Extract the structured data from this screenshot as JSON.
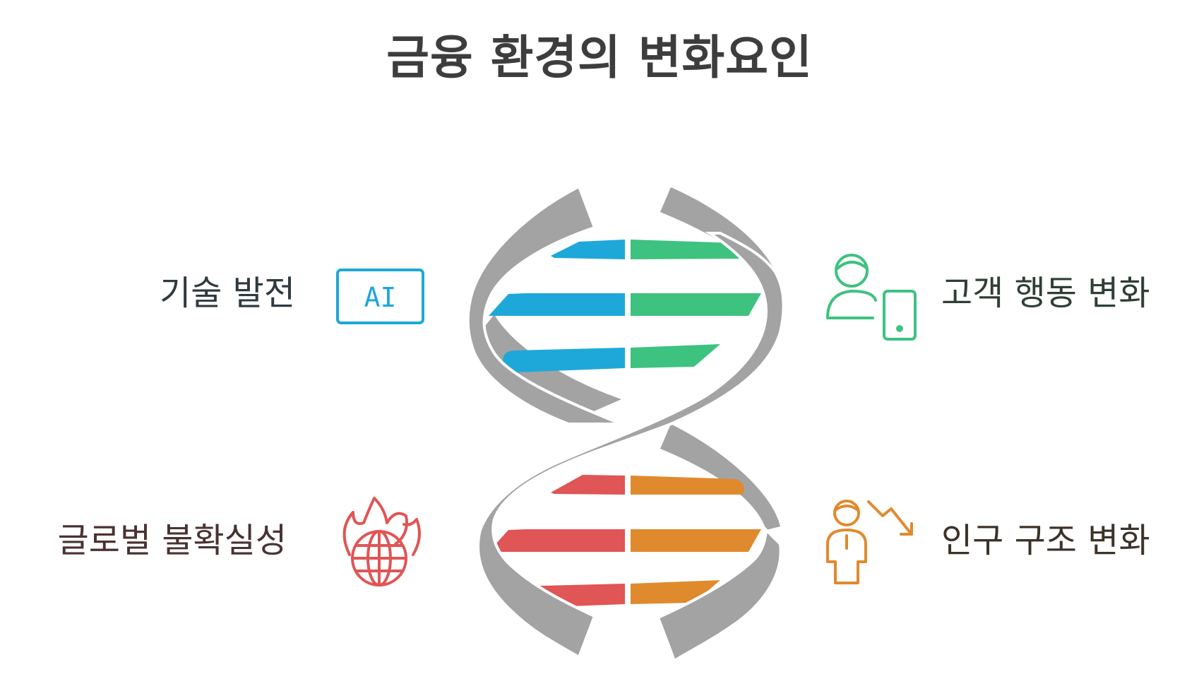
{
  "title": "금융 환경의 변화요인",
  "factors": {
    "technology": {
      "label": "기술 발전",
      "icon": "ai-chip-icon",
      "icon_text": "AI",
      "color": "#1ea8d9"
    },
    "customer": {
      "label": "고객 행동 변화",
      "icon": "person-with-phone-icon",
      "color": "#3ec27f"
    },
    "global": {
      "label": "글로벌 불확실성",
      "icon": "burning-globe-icon",
      "color": "#e05555"
    },
    "population": {
      "label": "인구 구조 변화",
      "icon": "person-decline-arrow-icon",
      "color": "#e08a2e"
    }
  },
  "helix": {
    "strand_color": "#a3a3a3"
  }
}
